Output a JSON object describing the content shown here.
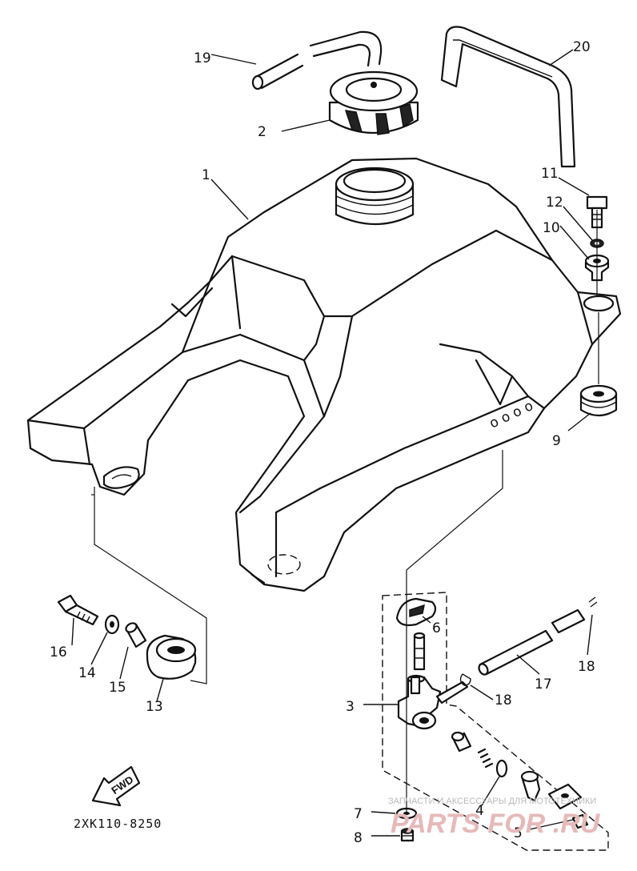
{
  "diagram": {
    "part_labels": [
      "1",
      "2",
      "3",
      "4",
      "5",
      "6",
      "7",
      "8",
      "9",
      "10",
      "11",
      "12",
      "13",
      "14",
      "15",
      "16",
      "17",
      "18",
      "18",
      "19",
      "20"
    ],
    "drawing_code": "2XK110-8250",
    "fwd_arrow_text": "FWD",
    "watermark_top": "ЗАПЧАСТИ И АКСЕССУАРЫ ДЛЯ МОТОТЕХНИКИ",
    "watermark_logo": "PARTS FOR .RU"
  }
}
